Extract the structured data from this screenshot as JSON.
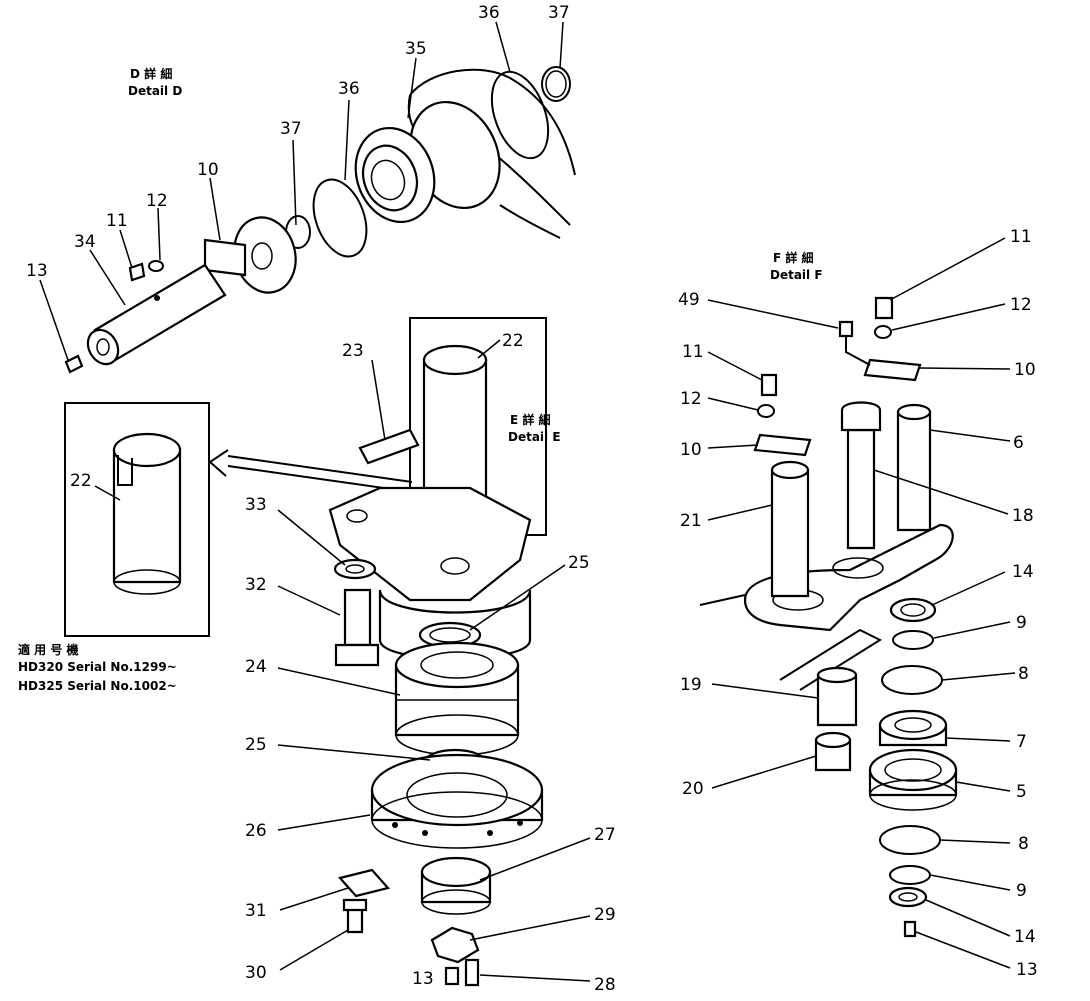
{
  "detail_d": {
    "jp": "D 詳 細",
    "en": "Detail  D"
  },
  "detail_e": {
    "jp": "E 詳 細",
    "en": "Detail  E"
  },
  "detail_f": {
    "jp": "F 詳 細",
    "en": "Detail  F"
  },
  "applicable": {
    "jp": "適 用 号 機",
    "line1": "HD320  Serial  No.1299~",
    "line2": "HD325  Serial  No.1002~"
  },
  "labels": {
    "l37a": "37",
    "l36a": "36",
    "l35": "35",
    "l36b": "36",
    "l37b": "37",
    "l10a": "10",
    "l12a": "12",
    "l11a": "11",
    "l34": "34",
    "l13a": "13",
    "l23": "23",
    "l22a": "22",
    "l22b": "22",
    "l33": "33",
    "l25a": "25",
    "l32": "32",
    "l24": "24",
    "l25b": "25",
    "l26": "26",
    "l27": "27",
    "l31": "31",
    "l29": "29",
    "l30": "30",
    "l13b": "13",
    "l28": "28",
    "l11b": "11",
    "l12b": "12",
    "l49": "49",
    "l10b": "10",
    "l11c": "11",
    "l12c": "12",
    "l10c": "10",
    "l6": "6",
    "l21": "21",
    "l18": "18",
    "l14a": "14",
    "l9a": "9",
    "l8a": "8",
    "l19": "19",
    "l7": "7",
    "l20": "20",
    "l5": "5",
    "l8b": "8",
    "l9b": "9",
    "l14b": "14",
    "l13c": "13"
  }
}
